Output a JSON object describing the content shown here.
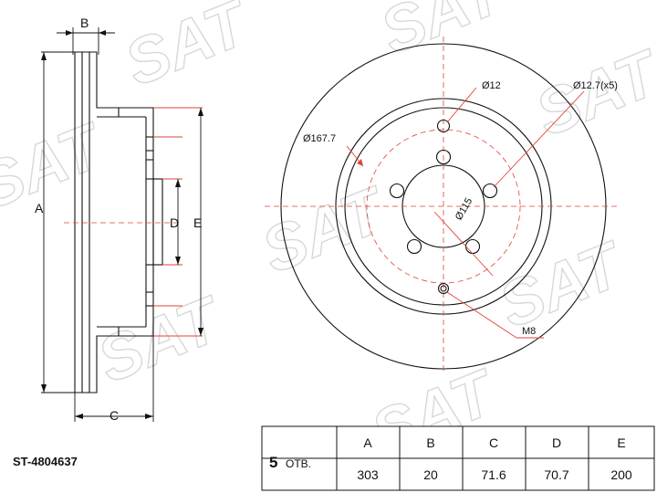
{
  "labels": {
    "A": "A",
    "B": "B",
    "C": "C",
    "D": "D",
    "E": "E",
    "d12": "Ø12",
    "d12_7": "Ø12.7(x5)",
    "d167_7": "Ø167.7",
    "d115": "Ø115",
    "m8": "M8"
  },
  "part_number": "ST-4804637",
  "watermark": "SAT",
  "table": {
    "holes": "5",
    "holes_unit": "ОТВ.",
    "headers": [
      "A",
      "B",
      "C",
      "D",
      "E"
    ],
    "values": [
      "303",
      "20",
      "71.6",
      "70.7",
      "200"
    ]
  },
  "colors": {
    "dimension_red": "#e0433a",
    "line": "#111111",
    "watermark": "#d8d8d8"
  }
}
